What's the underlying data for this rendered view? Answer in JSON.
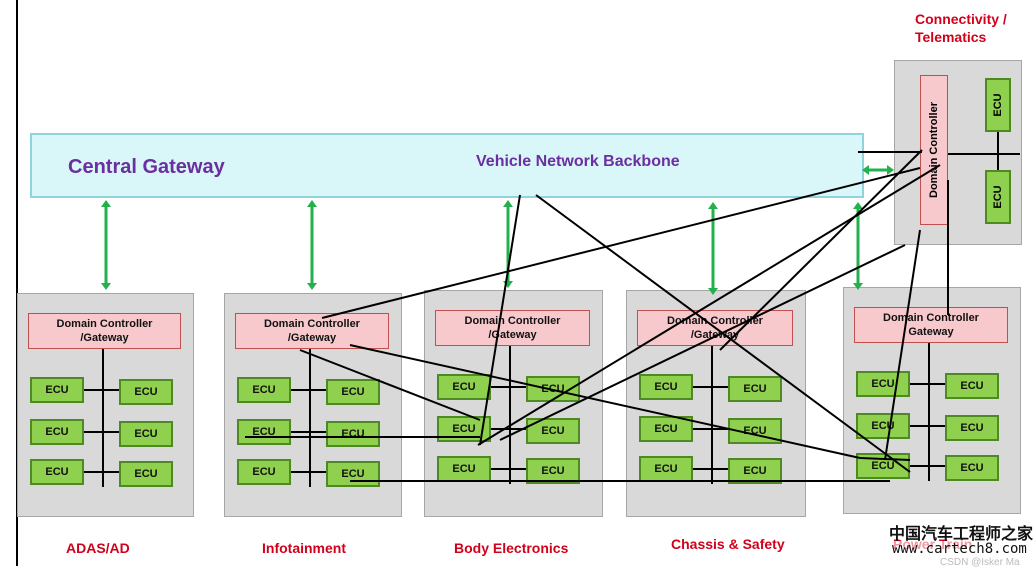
{
  "backbone": {
    "title": "Central Gateway",
    "subtitle": "Vehicle Network Backbone"
  },
  "connectivity": {
    "label": "Connectivity /\nTelematics",
    "controller": "Domain Controller",
    "ecus": [
      "ECU",
      "ECU"
    ]
  },
  "domains": [
    {
      "name": "ADAS/AD",
      "controller": "Domain Controller\n/Gateway",
      "ecus": [
        "ECU",
        "ECU",
        "ECU",
        "ECU",
        "ECU",
        "ECU"
      ]
    },
    {
      "name": "Infotainment",
      "controller": "Domain Controller\n/Gateway",
      "ecus": [
        "ECU",
        "ECU",
        "ECU",
        "ECU",
        "ECU",
        "ECU"
      ]
    },
    {
      "name": "Body Electronics",
      "controller": "Domain Controller\n/Gateway",
      "ecus": [
        "ECU",
        "ECU",
        "ECU",
        "ECU",
        "ECU",
        "ECU"
      ]
    },
    {
      "name": "Chassis & Safety",
      "controller": "Domain Controller\n/Gateway",
      "ecus": [
        "ECU",
        "ECU",
        "ECU",
        "ECU",
        "ECU",
        "ECU"
      ]
    },
    {
      "name": "Power Train",
      "controller": "Domain Controller\nGateway",
      "ecus": [
        "ECU",
        "ECU",
        "ECU",
        "ECU",
        "ECU",
        "ECU"
      ]
    }
  ],
  "watermark": {
    "line1": "中国汽车工程师之家",
    "line2": "www.cartech8.com",
    "line3": "CSDN @Isker Ma"
  },
  "colors": {
    "link": "#22b14c",
    "caption": "#d0021b",
    "title": "#6a2fa0",
    "ecu": "#8fd14f",
    "controller": "#f7c9cc"
  }
}
